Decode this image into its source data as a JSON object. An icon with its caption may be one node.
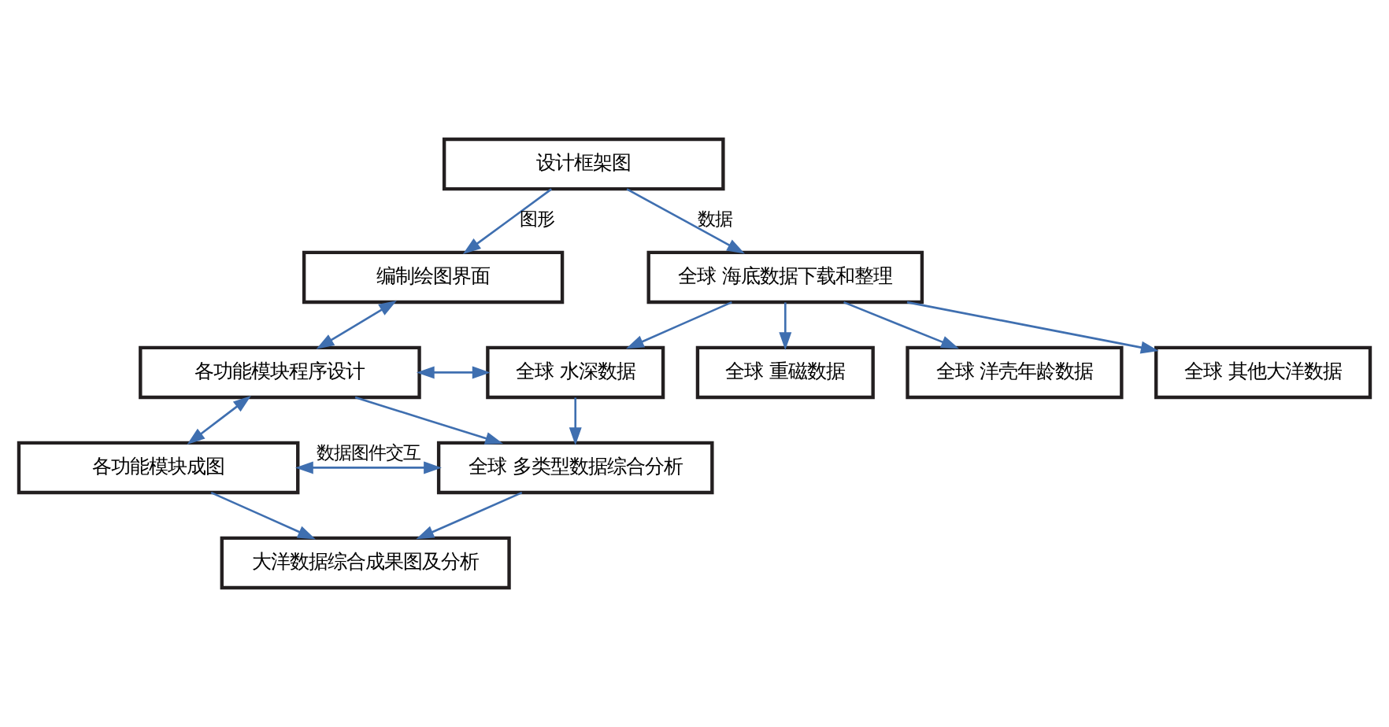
{
  "diagram": {
    "nodes": [
      {
        "text": [
          "设计框架图"
        ]
      },
      {
        "text": [
          "编制绘图界面"
        ]
      },
      {
        "text": [
          "全球 海底数据下载和整理"
        ]
      },
      {
        "text": [
          "各功能模块程序设计"
        ]
      },
      {
        "text": [
          "全球 水深数据"
        ]
      },
      {
        "text": [
          "全球 重磁数据"
        ]
      },
      {
        "text": [
          "全球 洋壳年龄数据"
        ]
      },
      {
        "text": [
          "全球 其他大洋数据"
        ]
      },
      {
        "text": [
          "各功能模块成图"
        ]
      },
      {
        "text": [
          "全球 多类型数据综合分析"
        ]
      },
      {
        "text": [
          "大洋数据综合成果图及分析"
        ]
      }
    ],
    "edges": [
      {
        "from": 0,
        "to": 1,
        "arrow": "to",
        "label": "图形"
      },
      {
        "from": 0,
        "to": 2,
        "arrow": "to",
        "label": "数据"
      },
      {
        "from": 1,
        "to": 3,
        "arrow": "both"
      },
      {
        "from": 2,
        "to": 4,
        "arrow": "to"
      },
      {
        "from": 2,
        "to": 5,
        "arrow": "to"
      },
      {
        "from": 2,
        "to": 6,
        "arrow": "to"
      },
      {
        "from": 2,
        "to": 7,
        "arrow": "to"
      },
      {
        "from": 3,
        "to": 4,
        "arrow": "both"
      },
      {
        "from": 3,
        "to": 9,
        "arrow": "to"
      },
      {
        "from": 4,
        "to": 9,
        "arrow": "to"
      },
      {
        "from": 3,
        "to": 8,
        "arrow": "both"
      },
      {
        "from": 8,
        "to": 9,
        "arrow": "both",
        "label": "数据图件交互"
      },
      {
        "from": 8,
        "to": 10,
        "arrow": "to"
      },
      {
        "from": 9,
        "to": 10,
        "arrow": "to"
      }
    ]
  }
}
